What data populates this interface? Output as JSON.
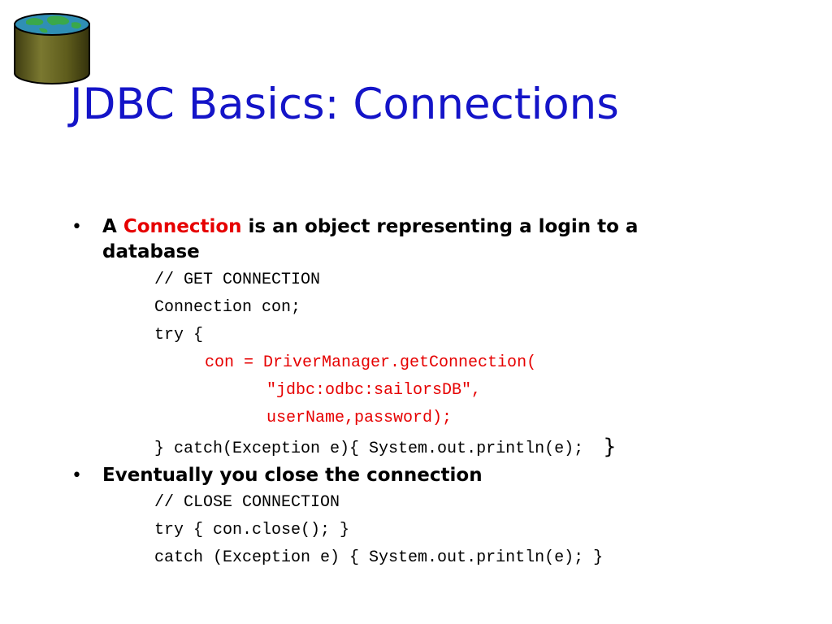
{
  "slide": {
    "title": "JDBC Basics: Connections",
    "bullets": [
      {
        "marker": "•",
        "prefix": "A ",
        "highlight": "Connection",
        "suffix": " is an object representing a login to a database",
        "code": [
          "// GET CONNECTION",
          "Connection con;",
          "try {",
          "con = DriverManager.getConnection(",
          "\"jdbc:odbc:sailorsDB\",",
          "userName,password);",
          "} catch(Exception e){ System.out.println(e);",
          "}"
        ]
      },
      {
        "marker": "•",
        "text": "Eventually you close the connection",
        "code": [
          "// CLOSE CONNECTION",
          "try { con.close(); }",
          "catch (Exception e) { System.out.println(e); }"
        ]
      }
    ]
  },
  "colors": {
    "title": "#1414c8",
    "accent": "#e60000",
    "logo_body": "#5e5c1c",
    "logo_top_water": "#2f8fb5",
    "logo_top_land": "#3aa84a"
  },
  "icons": {
    "logo": "database-globe-icon"
  }
}
